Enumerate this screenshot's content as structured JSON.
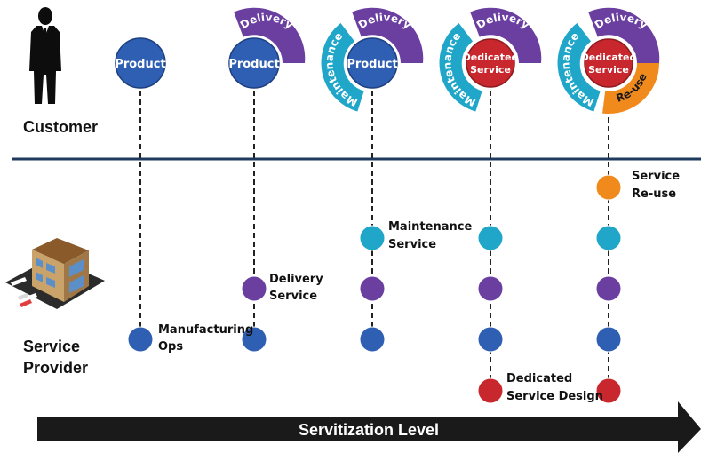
{
  "rows": {
    "customer": "Customer",
    "provider_line1": "Service",
    "provider_line2": "Provider"
  },
  "axis": {
    "label": "Servitization Level"
  },
  "colors": {
    "product": "#2f5fb3",
    "delivery": "#6b3fa0",
    "maintenance": "#1fa6c8",
    "dedicated": "#c8282d",
    "reuse": "#f08a1c",
    "divider": "#1e3a5f",
    "arrow": "#1a1a1a"
  },
  "hubs": [
    {
      "lines": [
        "Product"
      ],
      "segments": []
    },
    {
      "lines": [
        "Product"
      ],
      "segments": [
        {
          "label": "Delivery",
          "kind": "delivery"
        }
      ]
    },
    {
      "lines": [
        "Product"
      ],
      "segments": [
        {
          "label": "Delivery",
          "kind": "delivery"
        },
        {
          "label": "Maintenance",
          "kind": "maintenance"
        }
      ]
    },
    {
      "lines": [
        "Dedicated",
        "Service"
      ],
      "segments": [
        {
          "label": "Delivery",
          "kind": "delivery"
        },
        {
          "label": "Maintenance",
          "kind": "maintenance"
        }
      ]
    },
    {
      "lines": [
        "Dedicated",
        "Service"
      ],
      "segments": [
        {
          "label": "Delivery",
          "kind": "delivery"
        },
        {
          "label": "Maintenance",
          "kind": "maintenance"
        },
        {
          "label": "Re-use",
          "kind": "reuse"
        }
      ]
    }
  ],
  "lanes": [
    [
      "product"
    ],
    [
      "product",
      "delivery"
    ],
    [
      "product",
      "delivery",
      "maintenance"
    ],
    [
      "dedicated",
      "product",
      "delivery",
      "maintenance"
    ],
    [
      "dedicated",
      "product",
      "delivery",
      "maintenance",
      "reuse"
    ]
  ],
  "annotations": {
    "manufacturing": [
      "Manufacturing",
      "Ops"
    ],
    "delivery": [
      "Delivery",
      "Service"
    ],
    "maintenance": [
      "Maintenance",
      "Service"
    ],
    "dedicated": [
      "Dedicated",
      "Service Design"
    ],
    "reuse": [
      "Service",
      "Re-use"
    ]
  }
}
